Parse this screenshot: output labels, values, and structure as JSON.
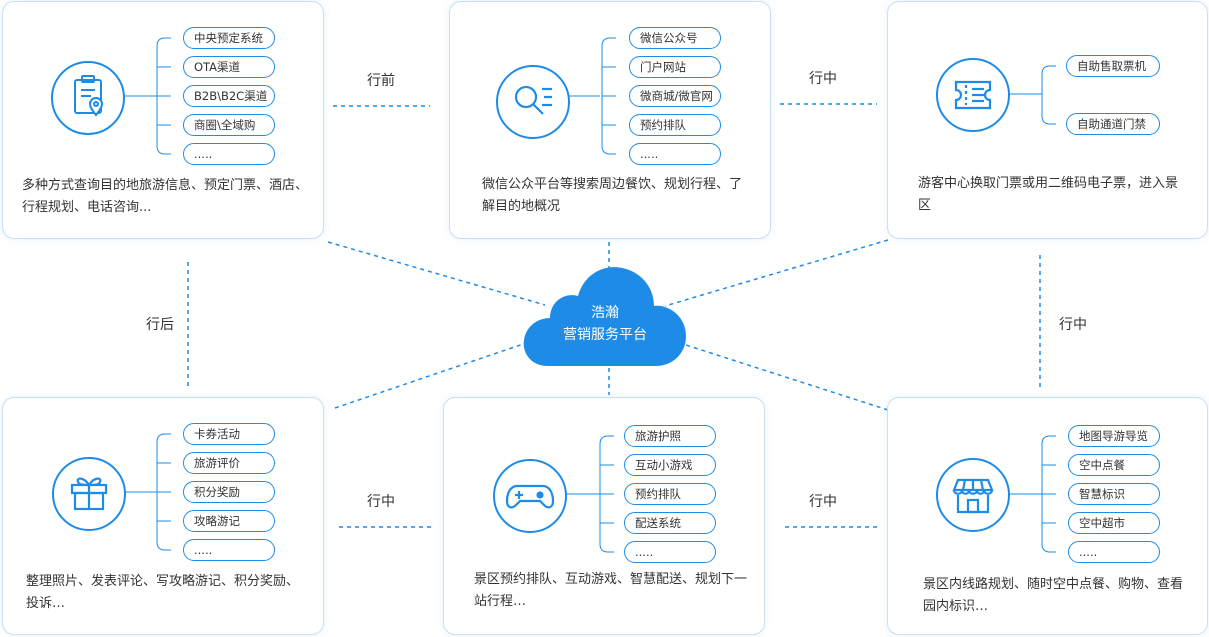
{
  "platform": {
    "line1": "浩瀚",
    "line2": "营销服务平台"
  },
  "stages": {
    "top_left": "行前",
    "top_right": "行中",
    "left": "行后",
    "right": "行中",
    "bottom_left": "行中",
    "bottom_right": "行中"
  },
  "cards": [
    {
      "id": "search-info",
      "icon": "clipboard-location-icon",
      "items": [
        "中央预定系统",
        "OTA渠道",
        "B2B\\B2C渠道",
        "商圈\\全域购",
        "....."
      ],
      "description": "多种方式查询目的地旅游信息、预定门票、酒店、行程规划、电话咨询..."
    },
    {
      "id": "wechat-platform",
      "icon": "magnifier-list-icon",
      "items": [
        "微信公众号",
        "门户网站",
        "微商城/微官网",
        "预约排队",
        "....."
      ],
      "description": "微信公众平台等搜索周边餐饮、规划行程、了解目的地概况"
    },
    {
      "id": "ticket-entry",
      "icon": "ticket-icon",
      "items": [
        "自助售取票机",
        "自助通道门禁"
      ],
      "description": "游客中心换取门票或用二维码电子票，进入景区"
    },
    {
      "id": "after-trip",
      "icon": "gift-icon",
      "items": [
        "卡券活动",
        "旅游评价",
        "积分奖励",
        "攻略游记",
        "....."
      ],
      "description": "整理照片、发表评论、写攻略游记、积分奖励、投诉…"
    },
    {
      "id": "scenic-games",
      "icon": "gamepad-icon",
      "items": [
        "旅游护照",
        "互动小游戏",
        "预约排队",
        "配送系统",
        "....."
      ],
      "description": "景区预约排队、互动游戏、智慧配送、规划下一站行程…"
    },
    {
      "id": "in-park-services",
      "icon": "store-icon",
      "items": [
        "地图导游导览",
        "空中点餐",
        "智慧标识",
        "空中超市",
        "....."
      ],
      "description": "景区内线路规划、随时空中点餐、购物、查看园内标识…"
    }
  ],
  "colors": {
    "accent": "#1e8ce6",
    "border": "#c9dff3",
    "text": "#333333"
  }
}
